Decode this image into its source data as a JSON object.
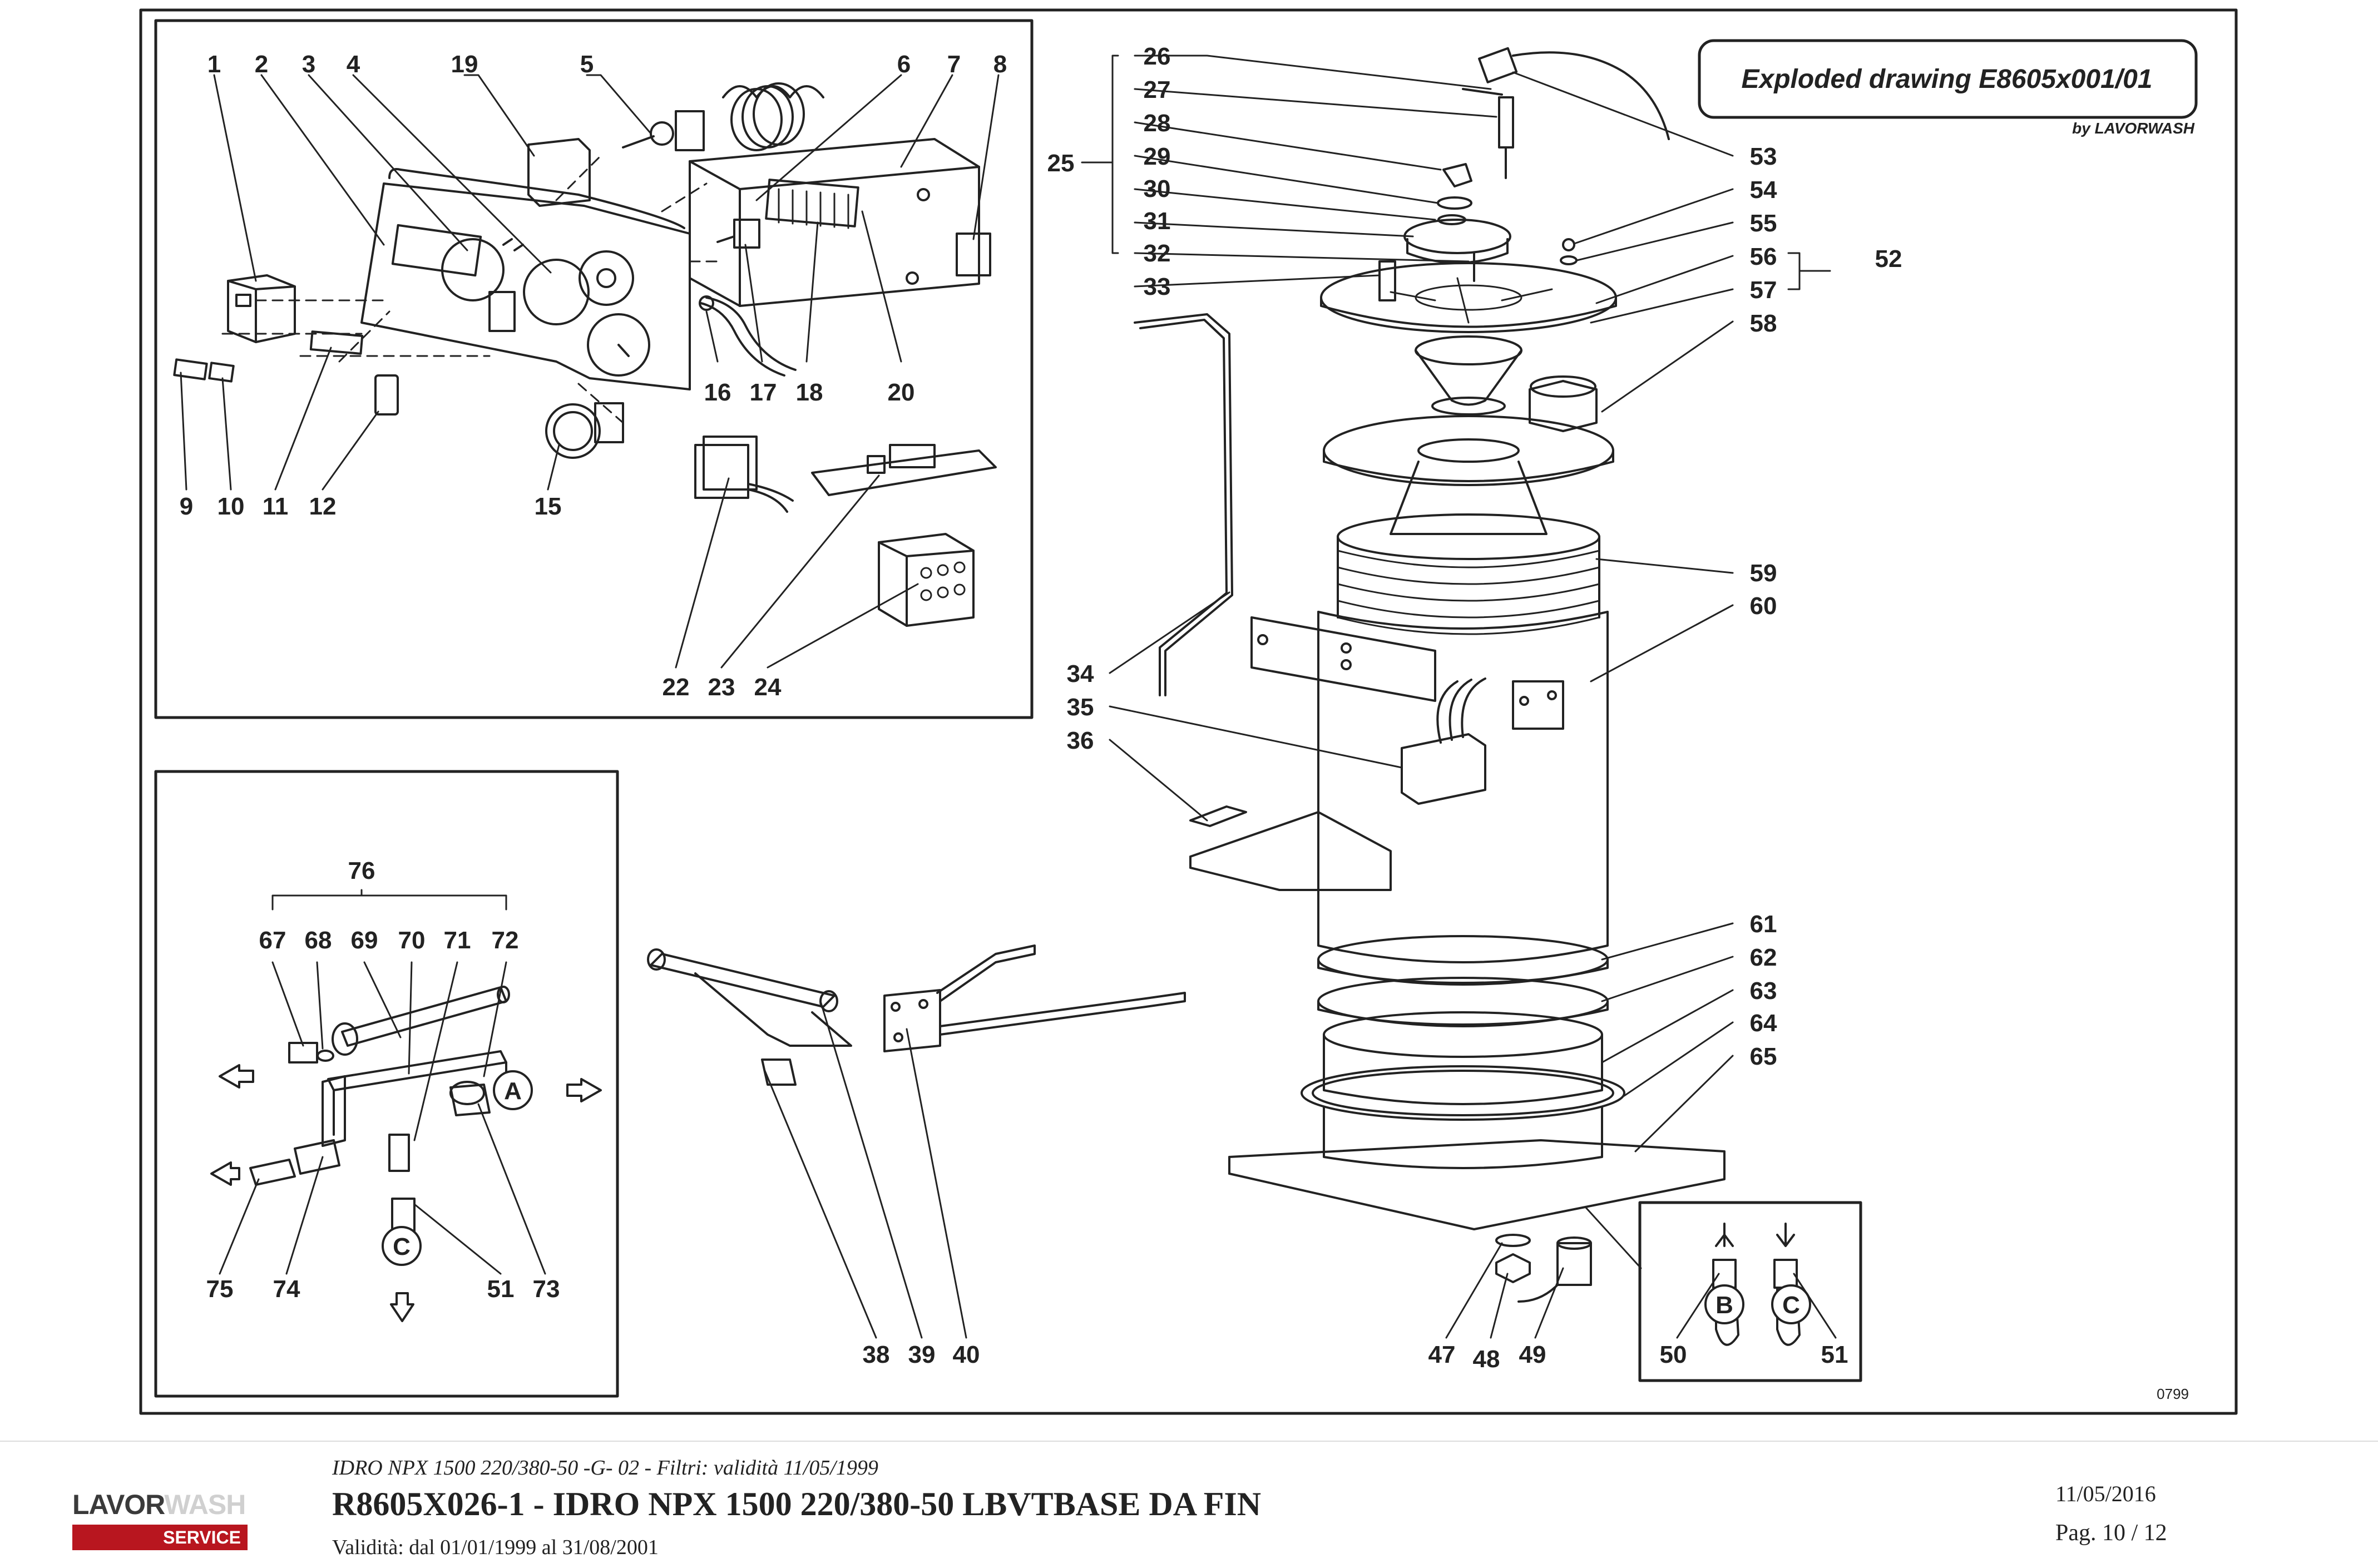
{
  "title_box": {
    "title": "Exploded drawing E8605x001/01",
    "subtitle": "by LAVORWASH"
  },
  "drawing_code": "0799",
  "callouts": {
    "panel": [
      "1",
      "2",
      "3",
      "4",
      "19",
      "5",
      "6",
      "7",
      "8",
      "9",
      "10",
      "11",
      "12",
      "15",
      "16",
      "17",
      "18",
      "20",
      "22",
      "23",
      "24"
    ],
    "main": [
      "26",
      "27",
      "28",
      "29",
      "30",
      "31",
      "32",
      "33",
      "25",
      "53",
      "54",
      "55",
      "56",
      "57",
      "52",
      "58",
      "59",
      "60",
      "34",
      "35",
      "36",
      "61",
      "62",
      "63",
      "64",
      "65",
      "47",
      "48",
      "49",
      "50",
      "51"
    ],
    "hydraulic": [
      "76",
      "67",
      "68",
      "69",
      "70",
      "71",
      "72",
      "75",
      "74",
      "51",
      "73"
    ],
    "frame": [
      "38",
      "39",
      "40"
    ],
    "letters": [
      "A",
      "B",
      "C"
    ]
  },
  "footer": {
    "logo_text_1": "LAVOR",
    "logo_text_2": "WASH",
    "logo_bar": "SERVICE",
    "subtitle": "IDRO NPX 1500 220/380-50 -G- 02 - Filtri: validità 11/05/1999",
    "title": "R8605X026-1 - IDRO NPX 1500 220/380-50 LBVTBASE DA FIN",
    "validity": "Validità: dal 01/01/1999 al 31/08/2001",
    "date": "11/05/2016",
    "page": "Pag. 10 / 12"
  }
}
